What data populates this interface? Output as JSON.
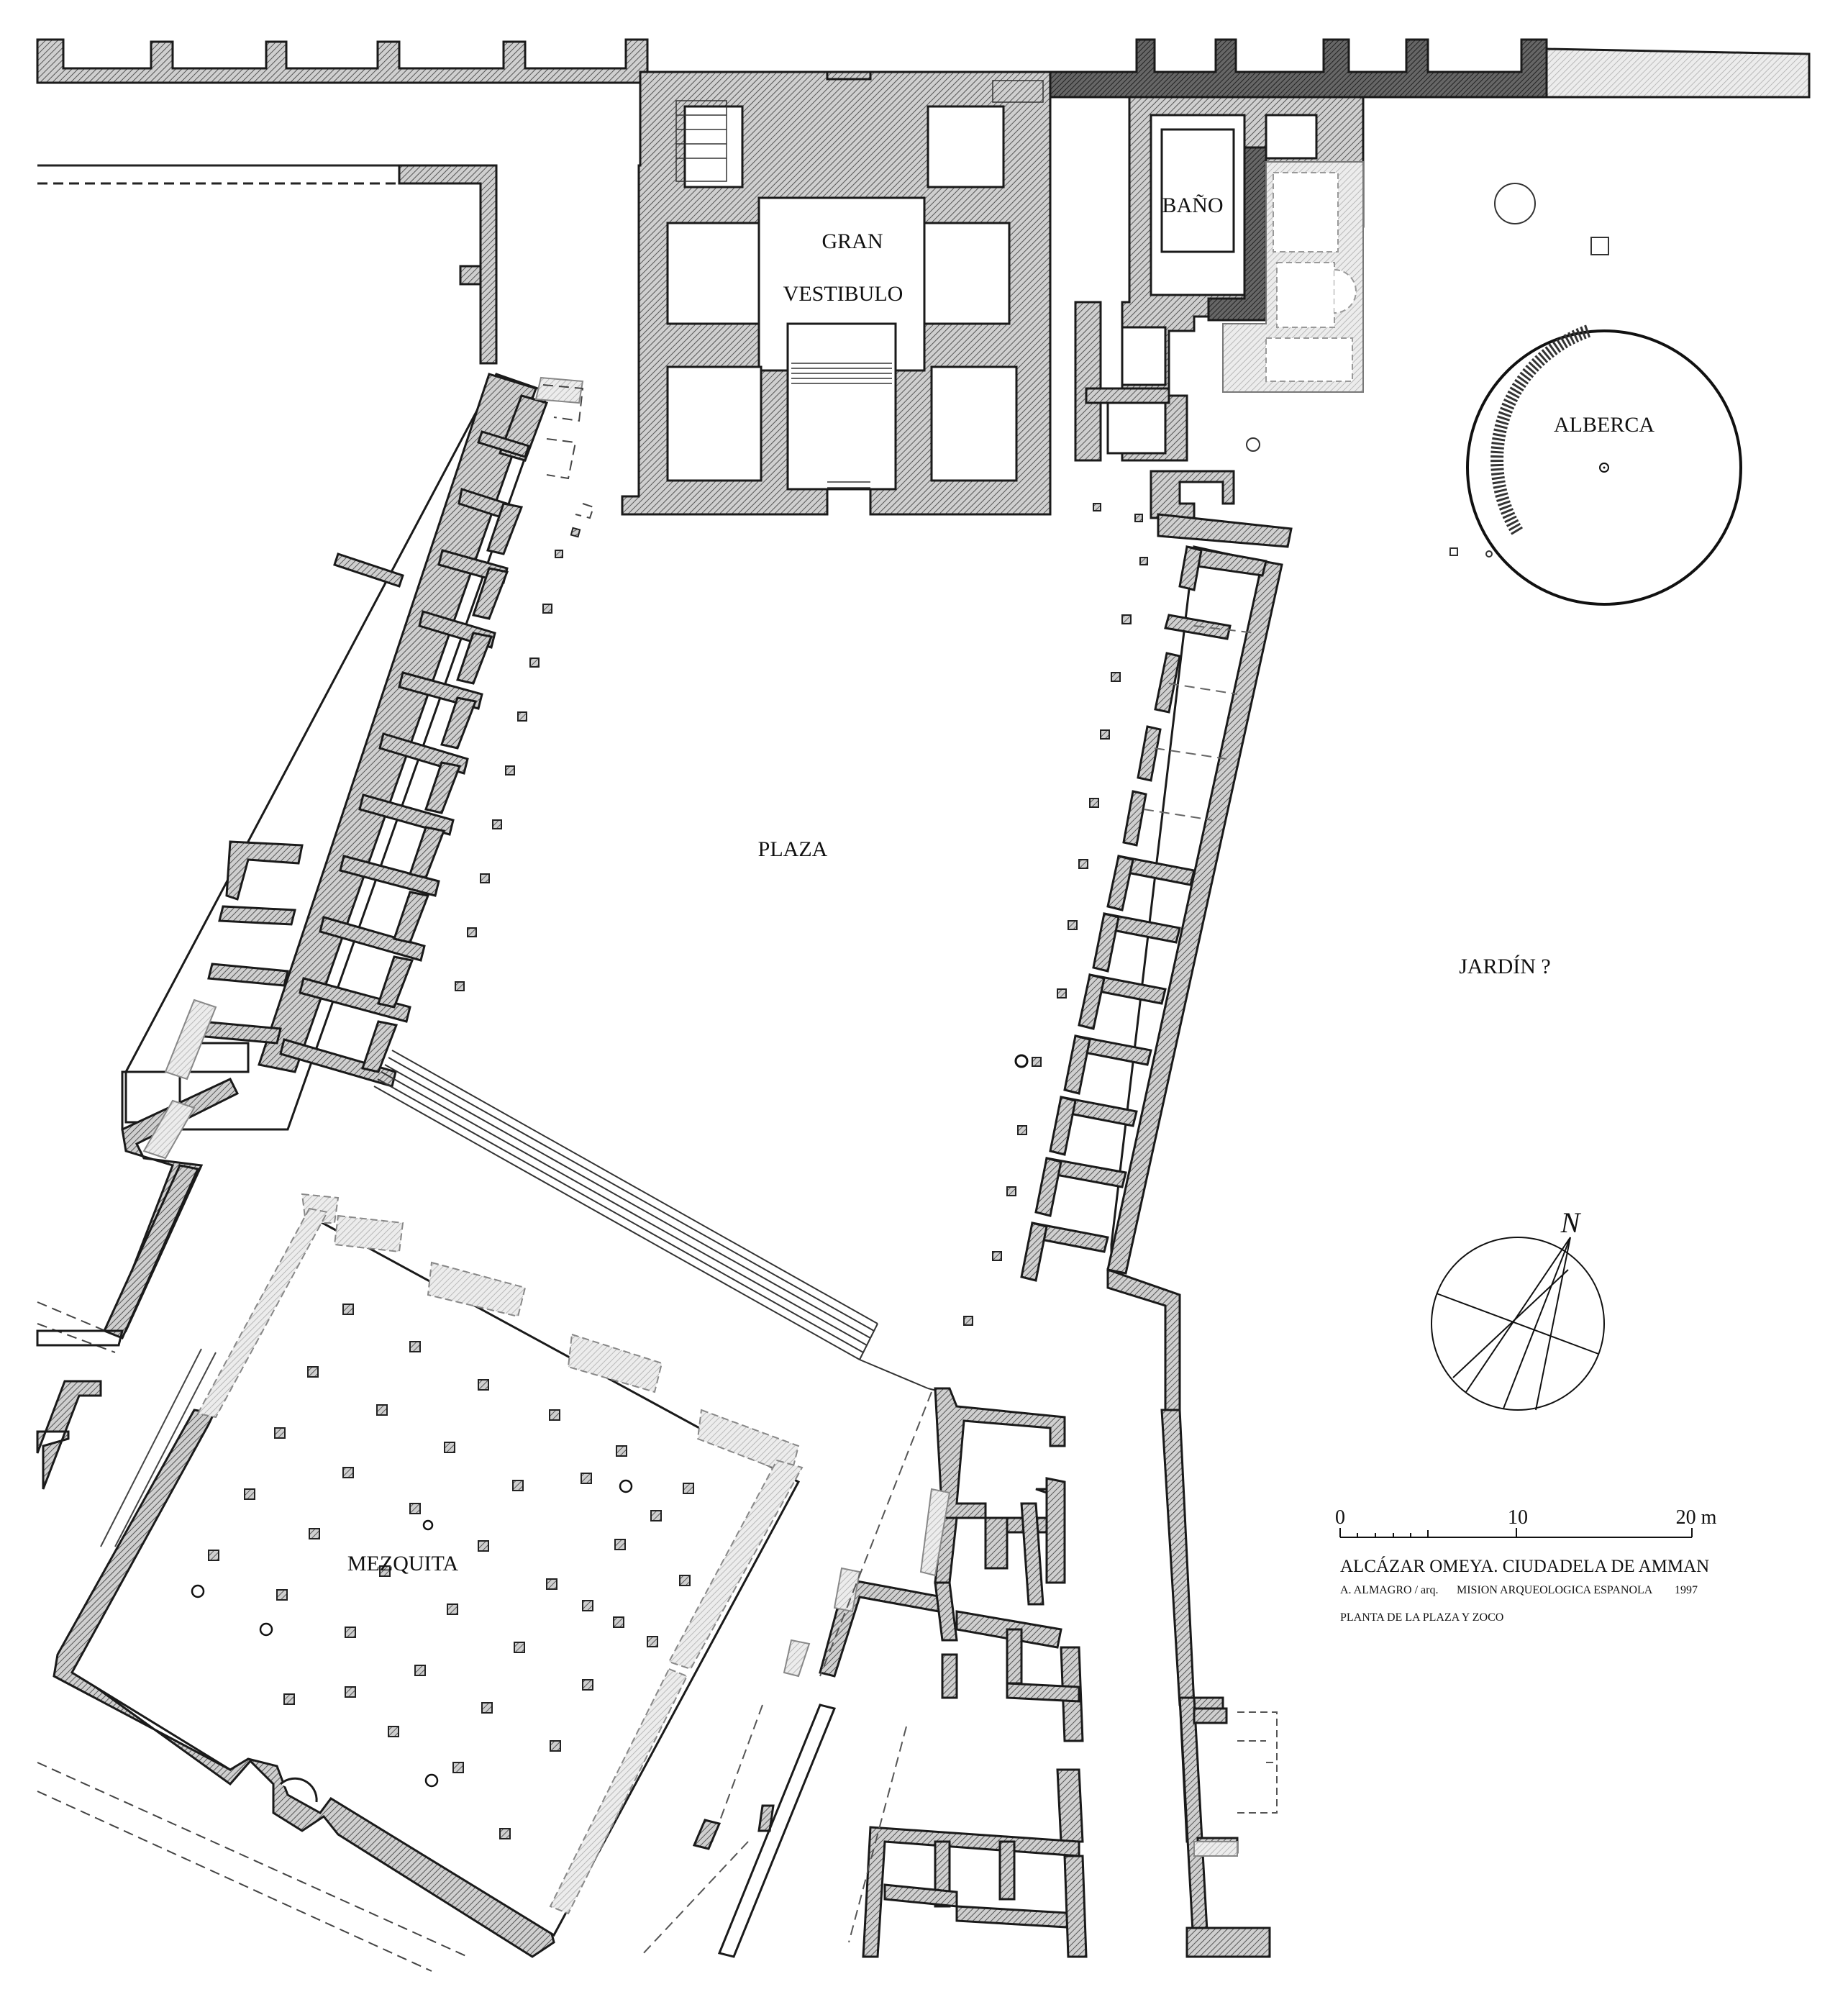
{
  "labels": {
    "gran": "GRAN",
    "vestibulo": "VESTIBULO",
    "bano": "BAÑO",
    "alberca": "ALBERCA",
    "plaza": "PLAZA",
    "jardin": "JARDÍN ?",
    "mezquita": "MEZQUITA"
  },
  "compass": {
    "north": "N"
  },
  "scale": {
    "zero": "0",
    "ten": "10",
    "twenty": "20 m"
  },
  "title_block": {
    "title": "ALCÁZAR OMEYA. CIUDADELA DE AMMAN",
    "author": "A. ALMAGRO / arq.",
    "mission": "MISION ARQUEOLOGICA ESPANOLA",
    "year": "1997",
    "subtitle": "PLANTA DE LA PLAZA Y ZOCO"
  },
  "colors": {
    "wall_fill": "#bdbdbd",
    "wall_stroke": "#1a1a1a",
    "dark_wall": "#555555",
    "light_wall": "#e2e2e2"
  }
}
